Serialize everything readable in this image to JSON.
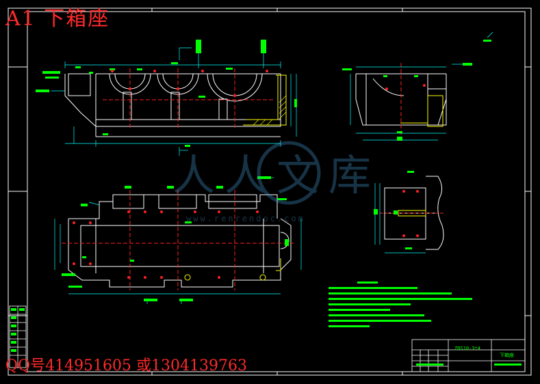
{
  "title": "A1  下箱座",
  "contact": "QQ号414951605  或1304139763",
  "watermark": {
    "text": "人人文库",
    "url": "www.renrendoc.com"
  },
  "title_block": {
    "code": "ZDS10-3*4",
    "name": "下箱座"
  },
  "colors": {
    "background": "#000000",
    "frame": "#ffffff",
    "outline": "#00ff00",
    "dimension": "#00ffff",
    "centerline": "#ff2020",
    "hatch": "#ffff00",
    "annotation": "#00ff00"
  }
}
